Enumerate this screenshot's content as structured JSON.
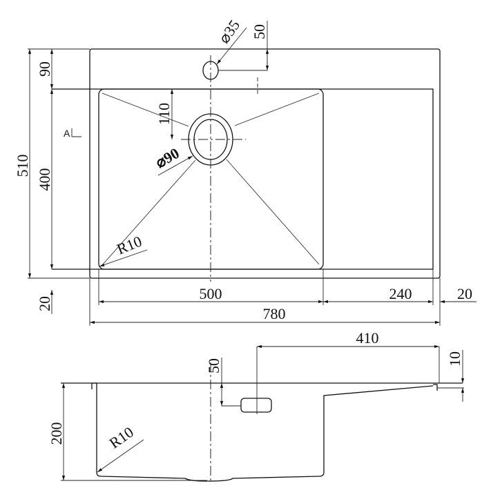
{
  "title": "Sink technical drawing",
  "colors": {
    "line": "#111111",
    "background": "#ffffff"
  },
  "top_view": {
    "dim_overall_width": "780",
    "dim_overall_depth": "510",
    "dim_back_margin": "90",
    "dim_bowl_depth": "400",
    "dim_front_margin": "20",
    "dim_bowl_width": "500",
    "dim_drainer_width": "240",
    "dim_side_margin": "20",
    "dim_tap_hole": "⌀35",
    "dim_tap_offset": "50",
    "dim_drain_offset": "110",
    "dim_drain_diameter": "⌀90",
    "dim_corner_radius": "R10",
    "section_label": "A"
  },
  "side_view": {
    "dim_bowl_height": "200",
    "dim_overflow_distance": "410",
    "dim_overflow_depth": "50",
    "dim_lip": "10",
    "dim_corner_radius": "R10"
  }
}
